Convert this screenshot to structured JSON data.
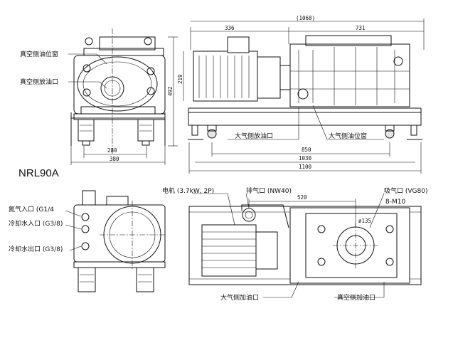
{
  "model": "NRL90A",
  "labels": {
    "vac_oil_window": "真空侧油位窗",
    "vac_oil_drain": "真空侧放油口",
    "atm_oil_drain": "大气侧放油口",
    "atm_oil_window": "大气侧油位窗",
    "nitrogen_inlet": "氮气入口 (G1/4",
    "cooling_in": "冷却水入口 (G3/8)",
    "cooling_out": "冷却水出口 (G3/8)",
    "motor": "电机 (3.7kW, 2P)",
    "exhaust": "排气口 (NW40)",
    "intake": "吸气口 (VG80)",
    "bolts": "8-M10",
    "atm_oil_fill": "大气侧加油口",
    "vac_oil_fill": "真空侧加油口"
  },
  "dimensions": {
    "d336": "336",
    "d1068": "(1068)",
    "d731": "731",
    "d219": "219",
    "d492": "492",
    "d280": "280",
    "d380": "380",
    "d850": "850",
    "d1030": "1030",
    "d1100": "1100",
    "d520": "520",
    "d135": "ø135"
  }
}
